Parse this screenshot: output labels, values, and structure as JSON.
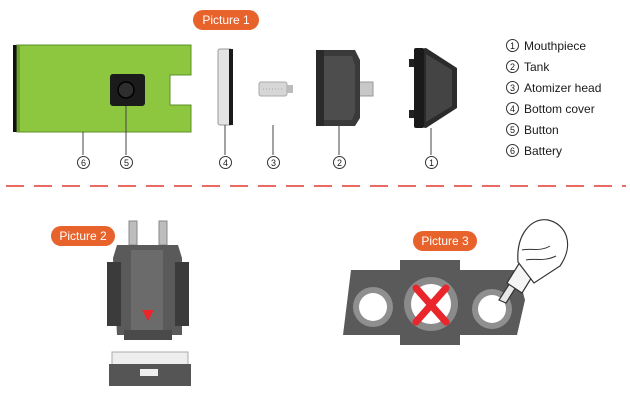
{
  "pictures": {
    "picture1_label": "Picture 1",
    "picture2_label": "Picture 2",
    "picture3_label": "Picture 3"
  },
  "legend": [
    {
      "num": "1",
      "label": "Mouthpiece"
    },
    {
      "num": "2",
      "label": "Tank"
    },
    {
      "num": "3",
      "label": "Atomizer head"
    },
    {
      "num": "4",
      "label": "Bottom cover"
    },
    {
      "num": "5",
      "label": "Button"
    },
    {
      "num": "6",
      "label": "Battery"
    }
  ],
  "callouts": {
    "battery": "6",
    "button": "5",
    "bottom_cover": "4",
    "atomizer": "3",
    "tank": "2",
    "mouthpiece": "1"
  },
  "colors": {
    "accent": "#e8622c",
    "battery": "#8dc63f",
    "divider": "#e03c31",
    "cross": "#e8262b"
  }
}
